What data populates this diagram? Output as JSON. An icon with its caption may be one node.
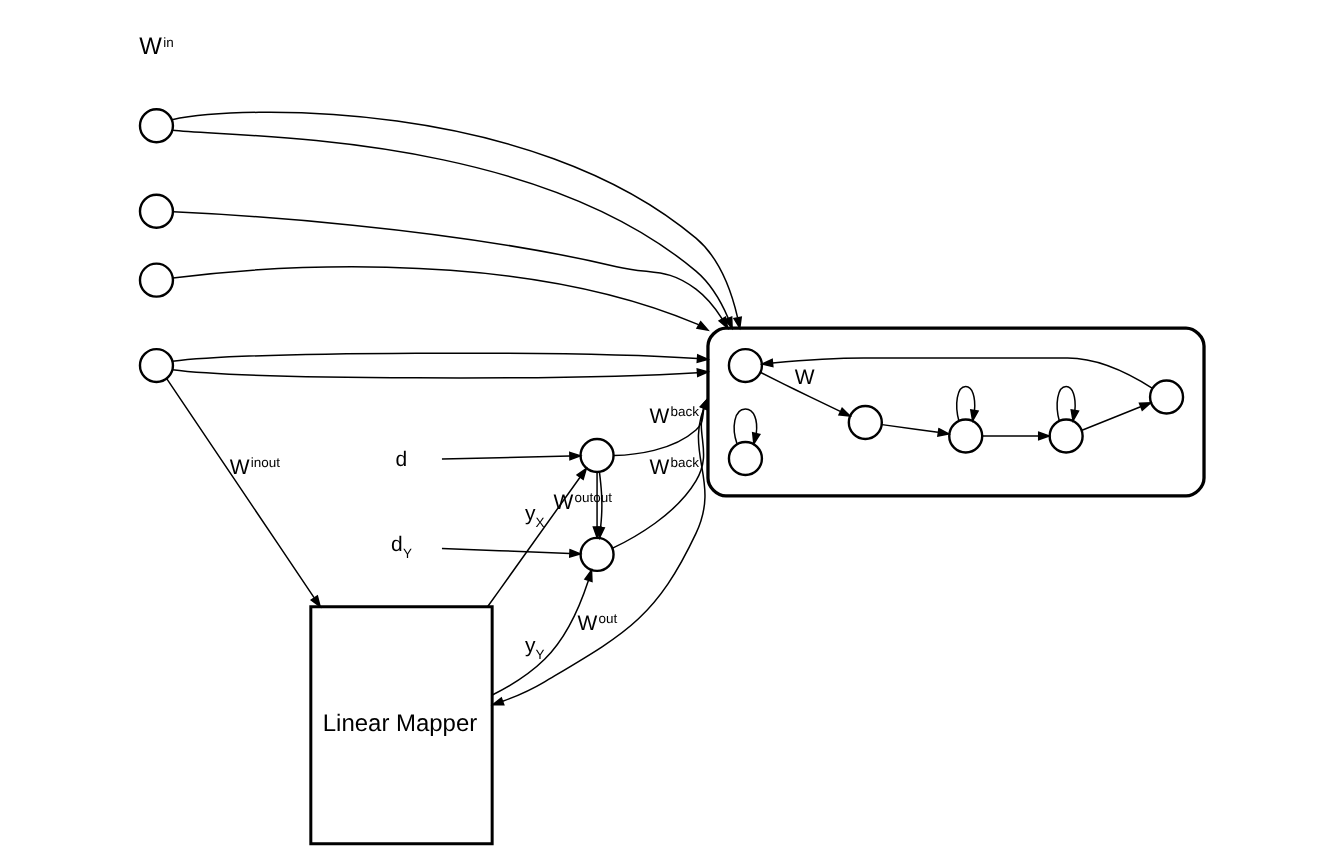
{
  "diagram": {
    "nodes": [
      {
        "text": [],
        "shape": "circle"
      },
      {
        "text": [],
        "shape": "circle"
      },
      {
        "text": [],
        "shape": "circle"
      },
      {
        "text": [],
        "shape": "circle"
      },
      {
        "text": [],
        "shape": "cloud"
      },
      {
        "text": [],
        "shape": "circle",
        "in": 4
      },
      {
        "text": [],
        "shape": "circle",
        "in": 4
      },
      {
        "text": [],
        "shape": "circle",
        "in": 4
      },
      {
        "text": [],
        "shape": "circle",
        "in": 4
      },
      {
        "text": [],
        "shape": "circle",
        "in": 4
      },
      {
        "text": [],
        "shape": "circle",
        "in": 4
      },
      {
        "text": [
          "Linear Mapper"
        ]
      },
      {
        "text": [],
        "shape": "circle"
      },
      {
        "text": [],
        "shape": "circle"
      },
      {
        "text": [
          "d"
        ]
      },
      {
        "text": [
          "d$_{Y}$"
        ]
      }
    ],
    "edges": [
      {
        "from": 0,
        "to": 4,
        "arrow": "to"
      },
      {
        "from": 0,
        "to": 4,
        "arrow": "to"
      },
      {
        "from": 1,
        "to": 4,
        "arrow": "to"
      },
      {
        "from": 2,
        "to": 4,
        "arrow": "to"
      },
      {
        "from": 3,
        "to": 4,
        "arrow": "to"
      },
      {
        "from": 3,
        "to": 4,
        "arrow": "to"
      },
      {
        "from": 5,
        "to": 6,
        "arrow": "to",
        "label": "W"
      },
      {
        "from": 6,
        "to": 10,
        "arrow": "to"
      },
      {
        "from": 7,
        "to": 5,
        "arrow": "to"
      },
      {
        "from": 9,
        "to": 7,
        "arrow": "to"
      },
      {
        "from": 10,
        "to": 9,
        "arrow": "to"
      },
      {
        "from": 8,
        "to": 8,
        "arrow": "to"
      },
      {
        "from": 10,
        "to": 10,
        "arrow": "to"
      },
      {
        "from": 9,
        "to": 9,
        "arrow": "to"
      },
      {
        "from": 4,
        "to": 11,
        "arrow": "to",
        "label": "W$^{out}$"
      },
      {
        "from": 11,
        "to": 12,
        "arrow": "to",
        "label": "y$_{X}$"
      },
      {
        "from": 11,
        "to": 13,
        "arrow": "to",
        "label": "y$_{Y}$"
      },
      {
        "from": 14,
        "to": 12,
        "arrow": "to"
      },
      {
        "from": 15,
        "to": 13,
        "arrow": "to"
      },
      {
        "from": 12,
        "to": 13,
        "arrow": "to"
      },
      {
        "from": 12,
        "to": 13,
        "arrow": "to",
        "label": "W$^{outout}$"
      },
      {
        "from": 12,
        "to": 4,
        "arrow": "to",
        "label": "W$^{back}$"
      },
      {
        "from": 13,
        "to": 4,
        "arrow": "to",
        "label": "W$^{back}$"
      },
      {
        "from": 3,
        "to": 11,
        "arrow": "to",
        "label": "W$^{inout}$"
      }
    ],
    "labels": [
      "W$^{in}$"
    ]
  }
}
